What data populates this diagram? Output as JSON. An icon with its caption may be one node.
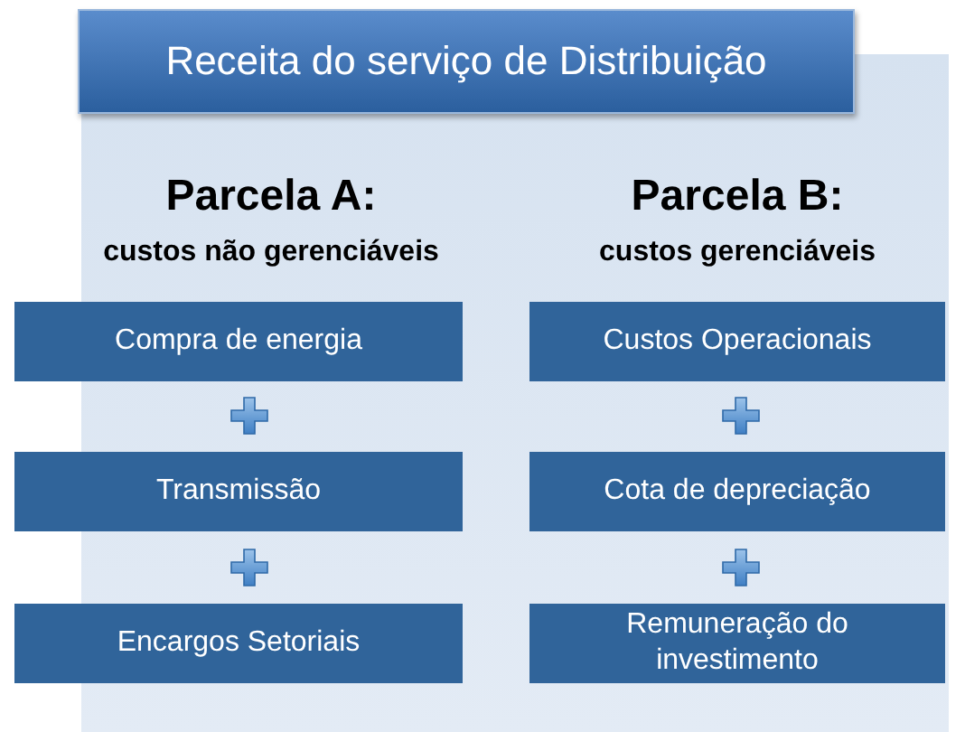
{
  "diagram": {
    "nodes": [
      {
        "text": [
          "Receita do serviço de Distribuição"
        ]
      },
      {
        "text": [
          "Compra de energia"
        ]
      },
      {
        "text": [
          "Custos Operacionais"
        ]
      },
      {
        "text": [
          "Transmissão"
        ]
      },
      {
        "text": [
          "Cota de depreciação"
        ]
      },
      {
        "text": [
          "Encargos Setoriais"
        ]
      },
      {
        "text": [
          "Remuneração do investimento"
        ]
      }
    ],
    "labels": [
      "Parcela A:",
      "Parcela B:",
      "custos não gerenciáveis",
      "custos gerenciáveis"
    ]
  }
}
